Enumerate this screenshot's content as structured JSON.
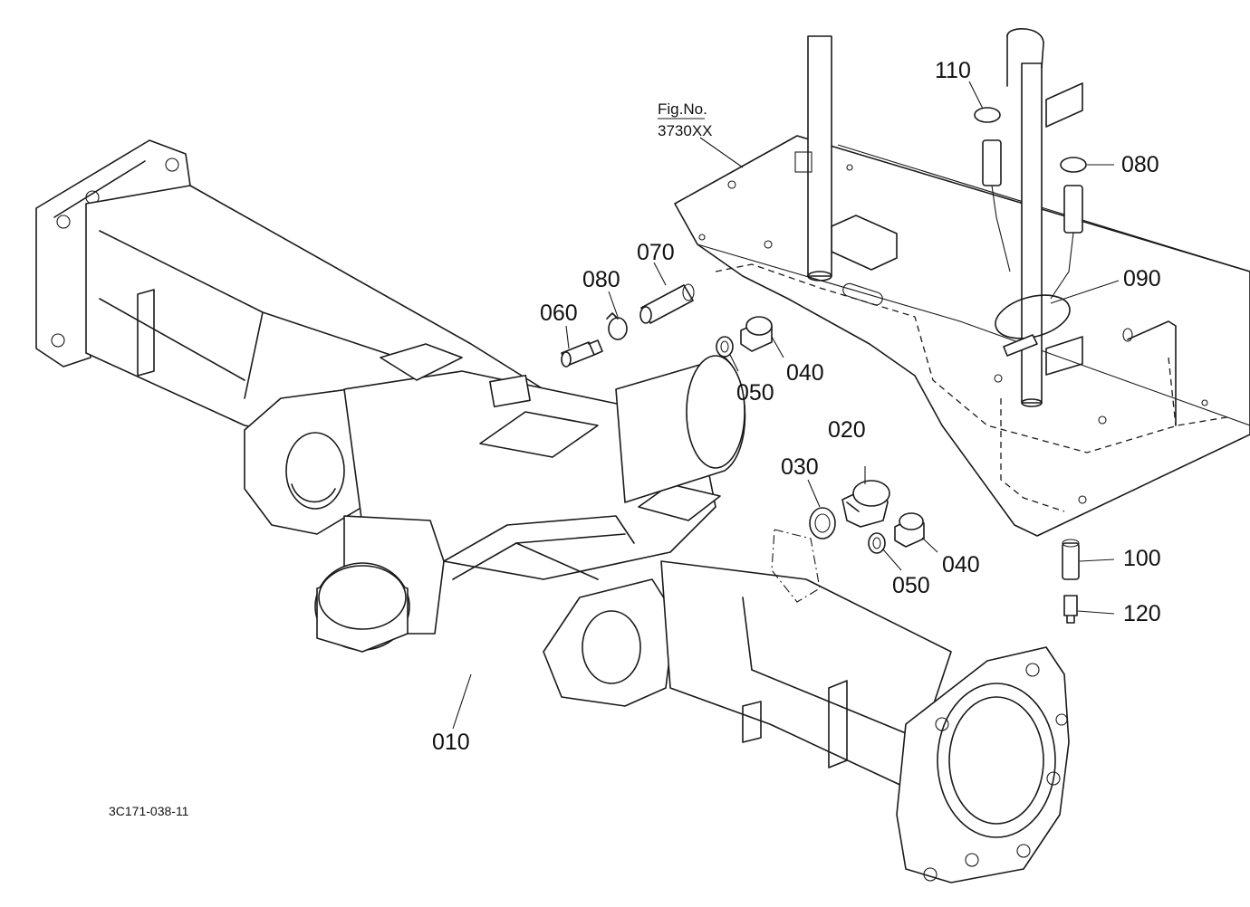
{
  "figure_reference": {
    "line1": "Fig.No.",
    "line2": "3730XX"
  },
  "drawing_code": "3C171-038-11",
  "parts": [
    {
      "id": "010",
      "label": "010"
    },
    {
      "id": "020",
      "label": "020"
    },
    {
      "id": "030",
      "label": "030"
    },
    {
      "id": "040a",
      "label": "040"
    },
    {
      "id": "040b",
      "label": "040"
    },
    {
      "id": "050a",
      "label": "050"
    },
    {
      "id": "050b",
      "label": "050"
    },
    {
      "id": "060",
      "label": "060"
    },
    {
      "id": "070",
      "label": "070"
    },
    {
      "id": "080a",
      "label": "080"
    },
    {
      "id": "080b",
      "label": "080"
    },
    {
      "id": "090",
      "label": "090"
    },
    {
      "id": "100",
      "label": "100"
    },
    {
      "id": "110",
      "label": "110"
    },
    {
      "id": "120",
      "label": "120"
    }
  ]
}
